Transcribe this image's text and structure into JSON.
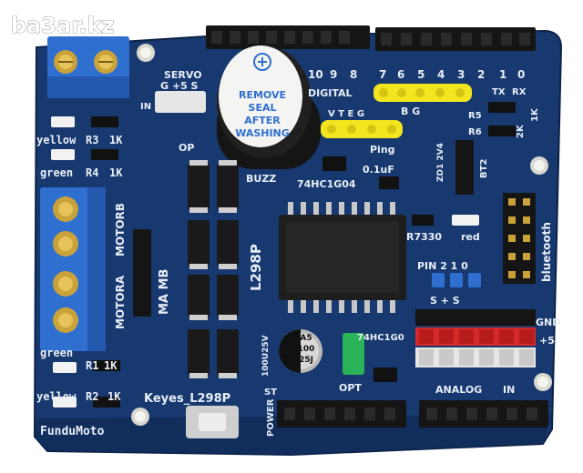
{
  "watermark": "ba3ar.kz",
  "labels": {
    "servo": "SERVO",
    "servo_pins": "G +5 S",
    "digital": "DIGITAL",
    "digital_numbers": [
      "10",
      "9",
      "8",
      "7",
      "6",
      "5",
      "4",
      "3",
      "2",
      "1",
      "0"
    ],
    "tx": "TX",
    "rx": "RX",
    "in": "IN",
    "op": "OP",
    "yellow": "yellow",
    "green": "green",
    "r3": "R3",
    "r4": "R4",
    "r1": "R1",
    "r2": "R2",
    "one_k": "1K",
    "two_k": "2K",
    "buzzer_text": [
      "REMOVE",
      "SEAL",
      "AFTER",
      "WASHING"
    ],
    "buzz": "BUZZ",
    "ping_pins": "V  T  E  G",
    "ping": "Ping",
    "bg": "B  G",
    "ic_74": "74HC1G04",
    "cap_01": "0.1uF",
    "zd": "ZD1 2V4",
    "r5": "R5",
    "r6": "R6",
    "bt2": "BT2",
    "r7330": "R7330",
    "red": "red",
    "bluetooth": "bluetooth",
    "motorb": "MOTORB",
    "motora": "MOTORA",
    "ma_mb": "MA MB",
    "l298p": "L298P",
    "pin_label": "PIN 2 1 0",
    "s_labels": "S  +  S",
    "gnd": "GND",
    "plus5": "+5",
    "cap_text": [
      "A5",
      "100",
      "25J"
    ],
    "cap_rating": "100U25V",
    "opt": "OPT",
    "ic_74b": "74HC1G0",
    "analog": "ANALOG",
    "analog_in": "IN",
    "power": "POWER",
    "st": "ST",
    "keyes": "Keyes_L298P",
    "fundumoto": "FunduMoto"
  },
  "colors": {
    "pcb": "#17396f",
    "pcb_dark": "#0f2b57",
    "silkscreen": "#e8eef8",
    "header_black": "#151515",
    "terminal_blue": "#2f6fcf",
    "jumper_yellow": "#f3e61e",
    "pin_red": "#d62a2a",
    "pin_white": "#e6e6e6",
    "gold": "#c9a23a"
  }
}
